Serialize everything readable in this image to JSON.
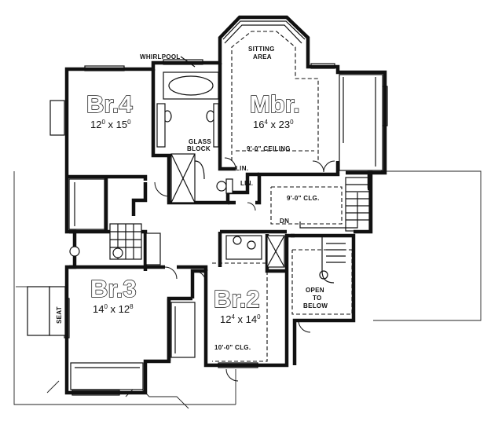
{
  "rooms": {
    "br4": {
      "name": "Br.4",
      "w": "12",
      "w_sup": "0",
      "h": "15",
      "h_sup": "0"
    },
    "mbr": {
      "name": "Mbr.",
      "w": "16",
      "w_sup": "4",
      "h": "23",
      "h_sup": "0"
    },
    "br3": {
      "name": "Br.3",
      "w": "14",
      "w_sup": "0",
      "h": "12",
      "h_sup": "8"
    },
    "br2": {
      "name": "Br.2",
      "w": "12",
      "w_sup": "4",
      "h": "14",
      "h_sup": "0"
    }
  },
  "labels": {
    "whirlpool": "WHIRLPOOL",
    "sitting_1": "SITTING",
    "sitting_2": "AREA",
    "glass_1": "GLASS",
    "glass_2": "BLOCK",
    "ceiling_mbr": "9'-0\" CEILING",
    "lin_1": "LIN.",
    "lin_2": "LIN.",
    "clg_9": "9'-0\" CLG.",
    "dn": "DN",
    "open_1": "OPEN",
    "open_2": "TO",
    "open_3": "BELOW",
    "seat": "SEAT",
    "clg_10": "10'-0\" CLG."
  }
}
